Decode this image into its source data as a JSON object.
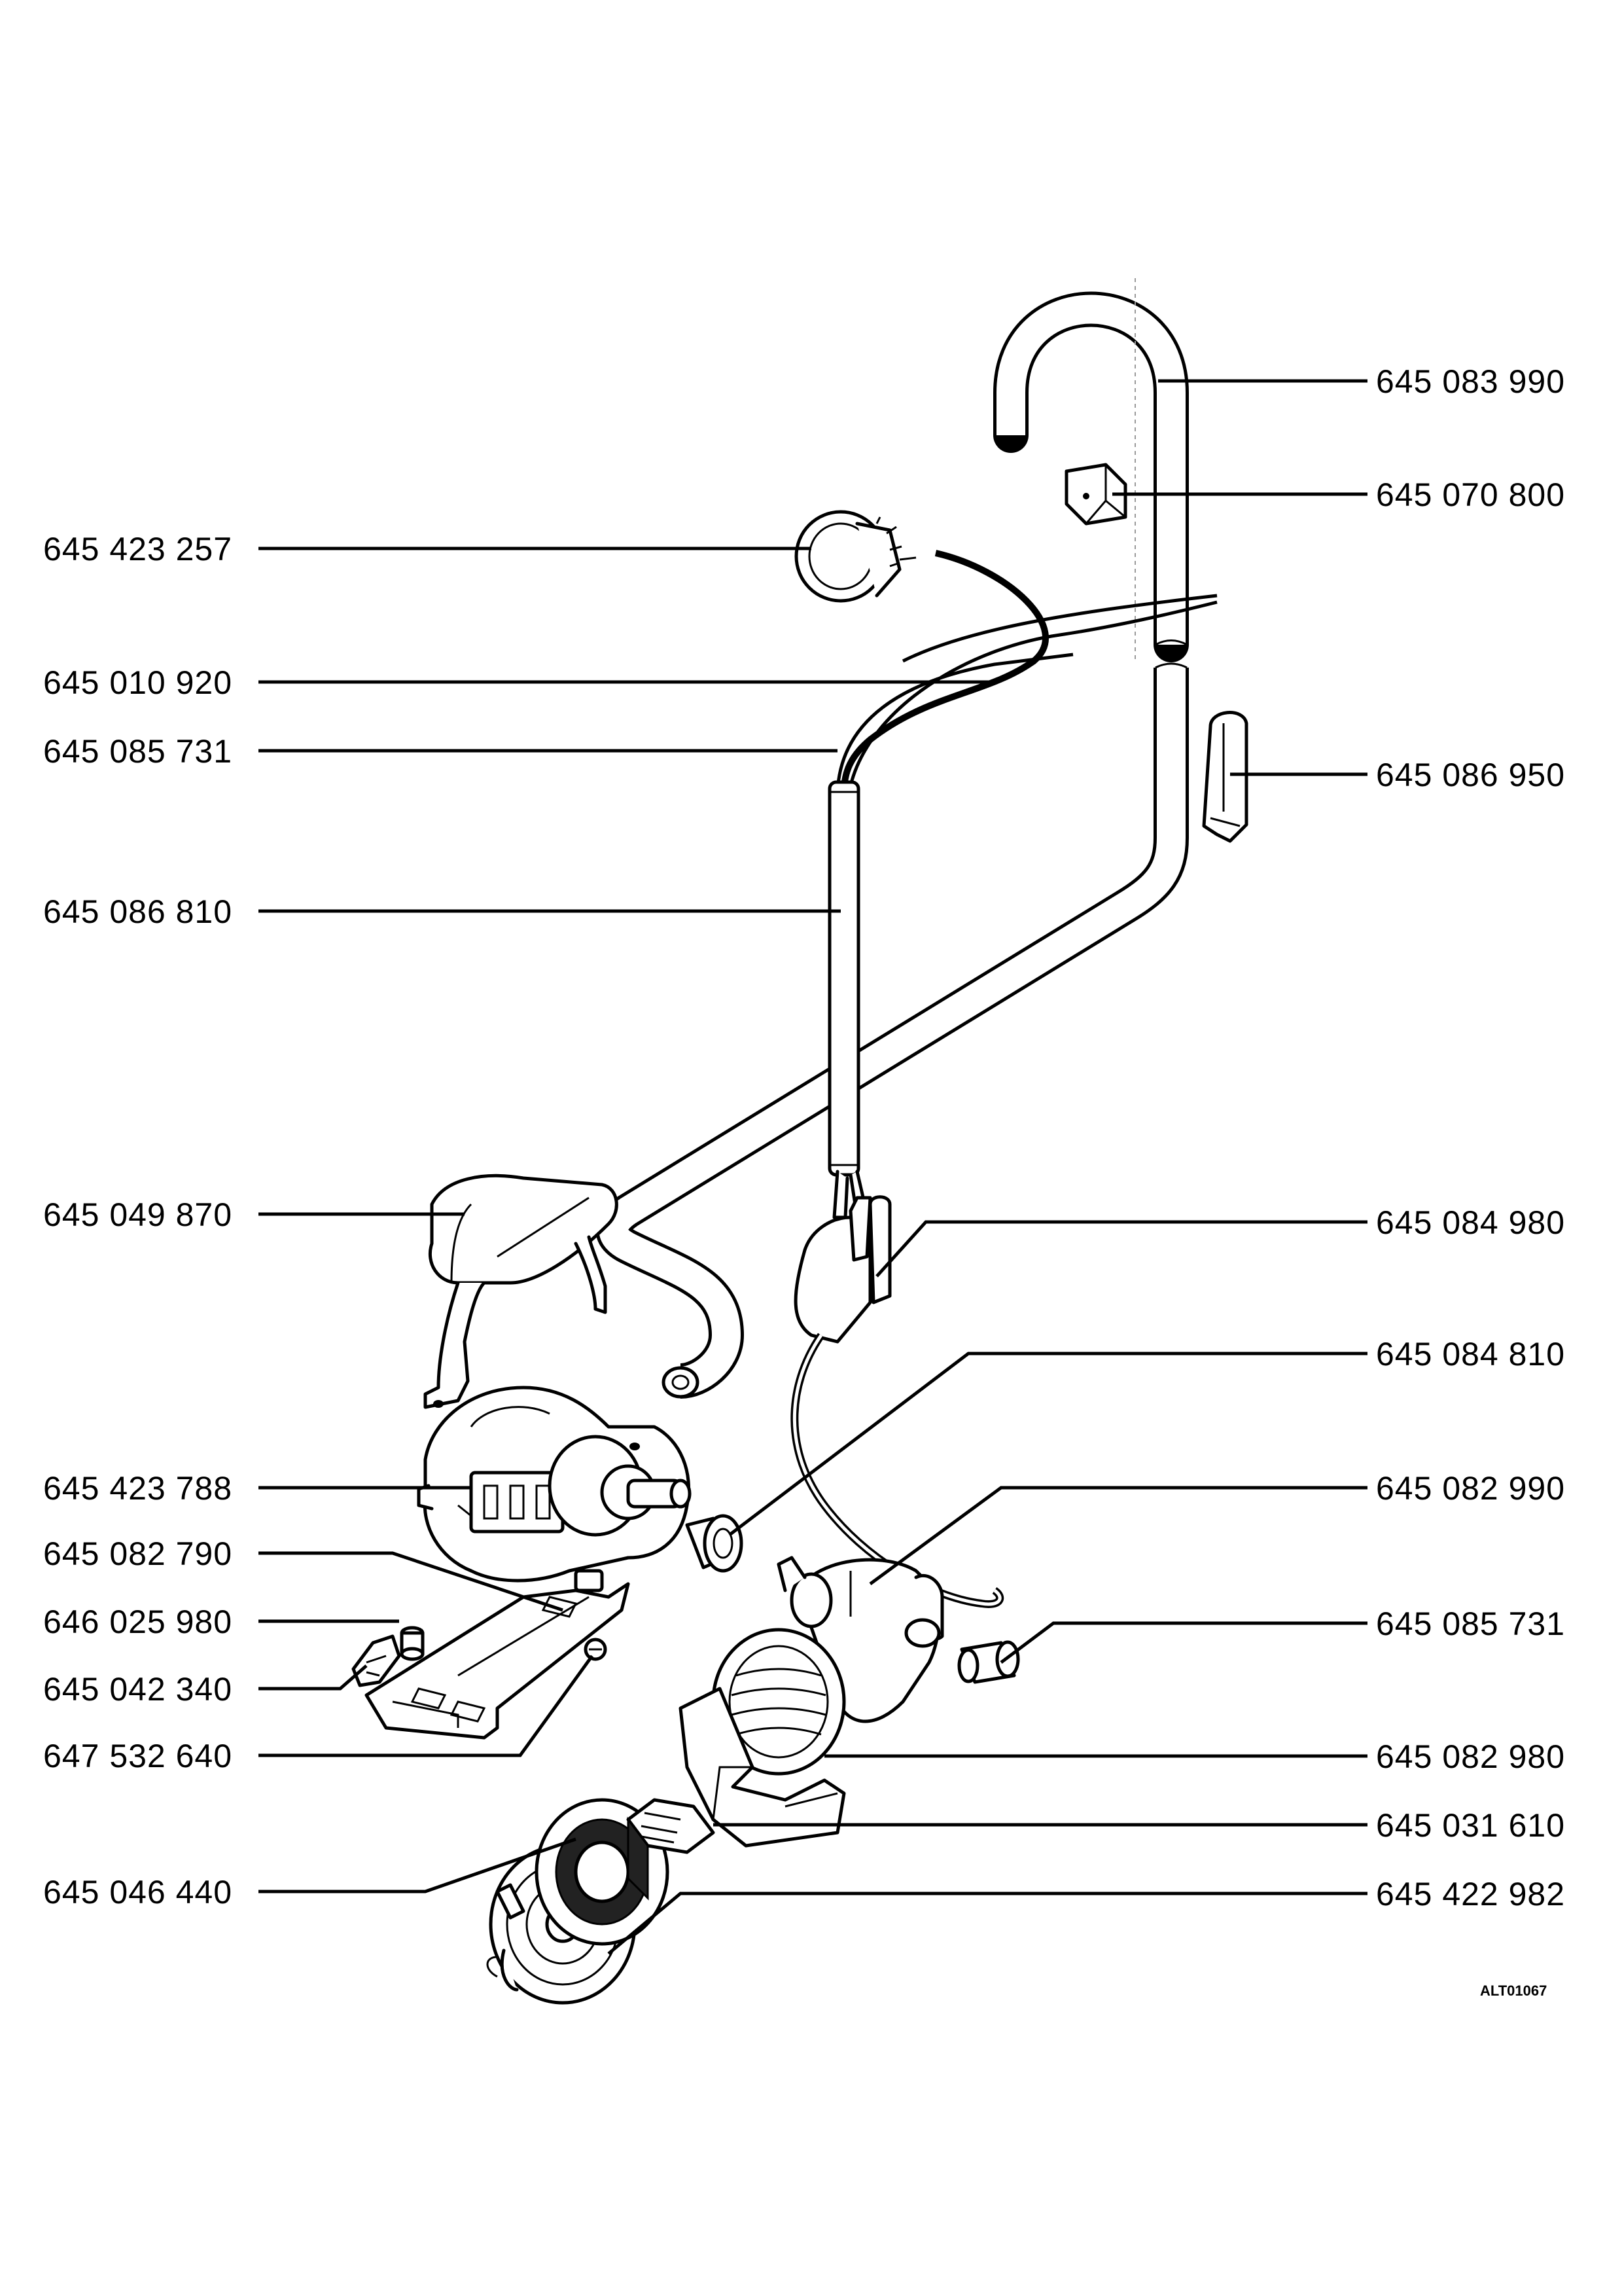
{
  "drawing_id": "ALT01067",
  "left_labels": [
    {
      "id": "motor-connector",
      "text": "645 423 257"
    },
    {
      "id": "cable-a",
      "text": "645 010 920"
    },
    {
      "id": "sleeve-a",
      "text": "645 085 731"
    },
    {
      "id": "tube-cable",
      "text": "645 086 810"
    },
    {
      "id": "saddle",
      "text": "645 049 870"
    },
    {
      "id": "pump-motor",
      "text": "645 423 788"
    },
    {
      "id": "bracket",
      "text": "645 082 790"
    },
    {
      "id": "spacer",
      "text": "646 025 980"
    },
    {
      "id": "clip",
      "text": "645 042 340"
    },
    {
      "id": "screw",
      "text": "647 532 640"
    },
    {
      "id": "impeller-seal",
      "text": "645 046 440"
    }
  ],
  "right_labels": [
    {
      "id": "drain-hose",
      "text": "645 083 990"
    },
    {
      "id": "hose-clip",
      "text": "645 070 800"
    },
    {
      "id": "hose-guide",
      "text": "645 086 950"
    },
    {
      "id": "plug",
      "text": "645 084 980"
    },
    {
      "id": "stopper",
      "text": "645 084 810"
    },
    {
      "id": "pump-housing",
      "text": "645 082 990"
    },
    {
      "id": "sleeve-b",
      "text": "645 085 731"
    },
    {
      "id": "filter-housing",
      "text": "645 082 980"
    },
    {
      "id": "filter-grid",
      "text": "645 031 610"
    },
    {
      "id": "pump-wheel",
      "text": "645 422 982"
    }
  ]
}
